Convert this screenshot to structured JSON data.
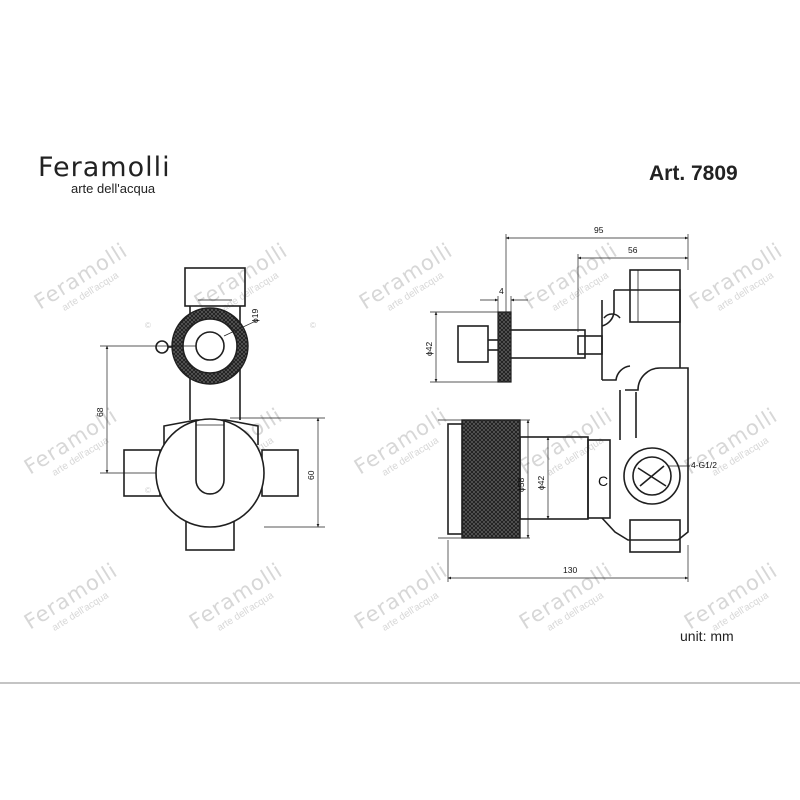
{
  "brand": {
    "name": "Feramolli",
    "tagline": "arte dell'acqua"
  },
  "article": "Art. 7809",
  "unit": "unit: mm",
  "watermark": {
    "name": "Feramolli",
    "tagline": "arte dell'acqua",
    "copyright": "©"
  },
  "dimensions": {
    "d19": "ϕ19",
    "h68": "68",
    "h60": "60",
    "w95": "95",
    "w56": "56",
    "w4": "4",
    "d42_top": "ϕ42",
    "d58": "ϕ58",
    "d42_bottom": "ϕ42",
    "thread": "4-G1/2",
    "w130": "130"
  },
  "body_mark": "C"
}
